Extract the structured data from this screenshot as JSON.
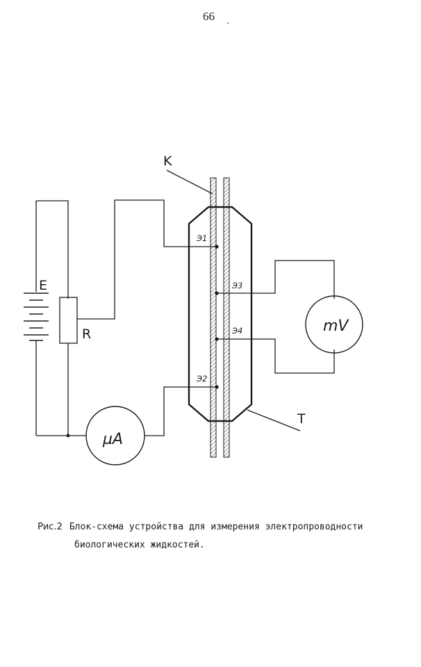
{
  "page_number": "66",
  "page_mark": ".",
  "labels": {
    "battery": "E",
    "resistor": "R",
    "capillary": "K",
    "tube": "T",
    "e1": "Э1",
    "e2": "Э2",
    "e3": "Э3",
    "e4": "Э4",
    "milliammeter": "µA",
    "millivoltmeter": "mV"
  },
  "caption": {
    "figure_number": "Рис.2",
    "line1": "Блок-схема устройства для измерения электропроводности",
    "line2": "биологических жидкостей."
  }
}
